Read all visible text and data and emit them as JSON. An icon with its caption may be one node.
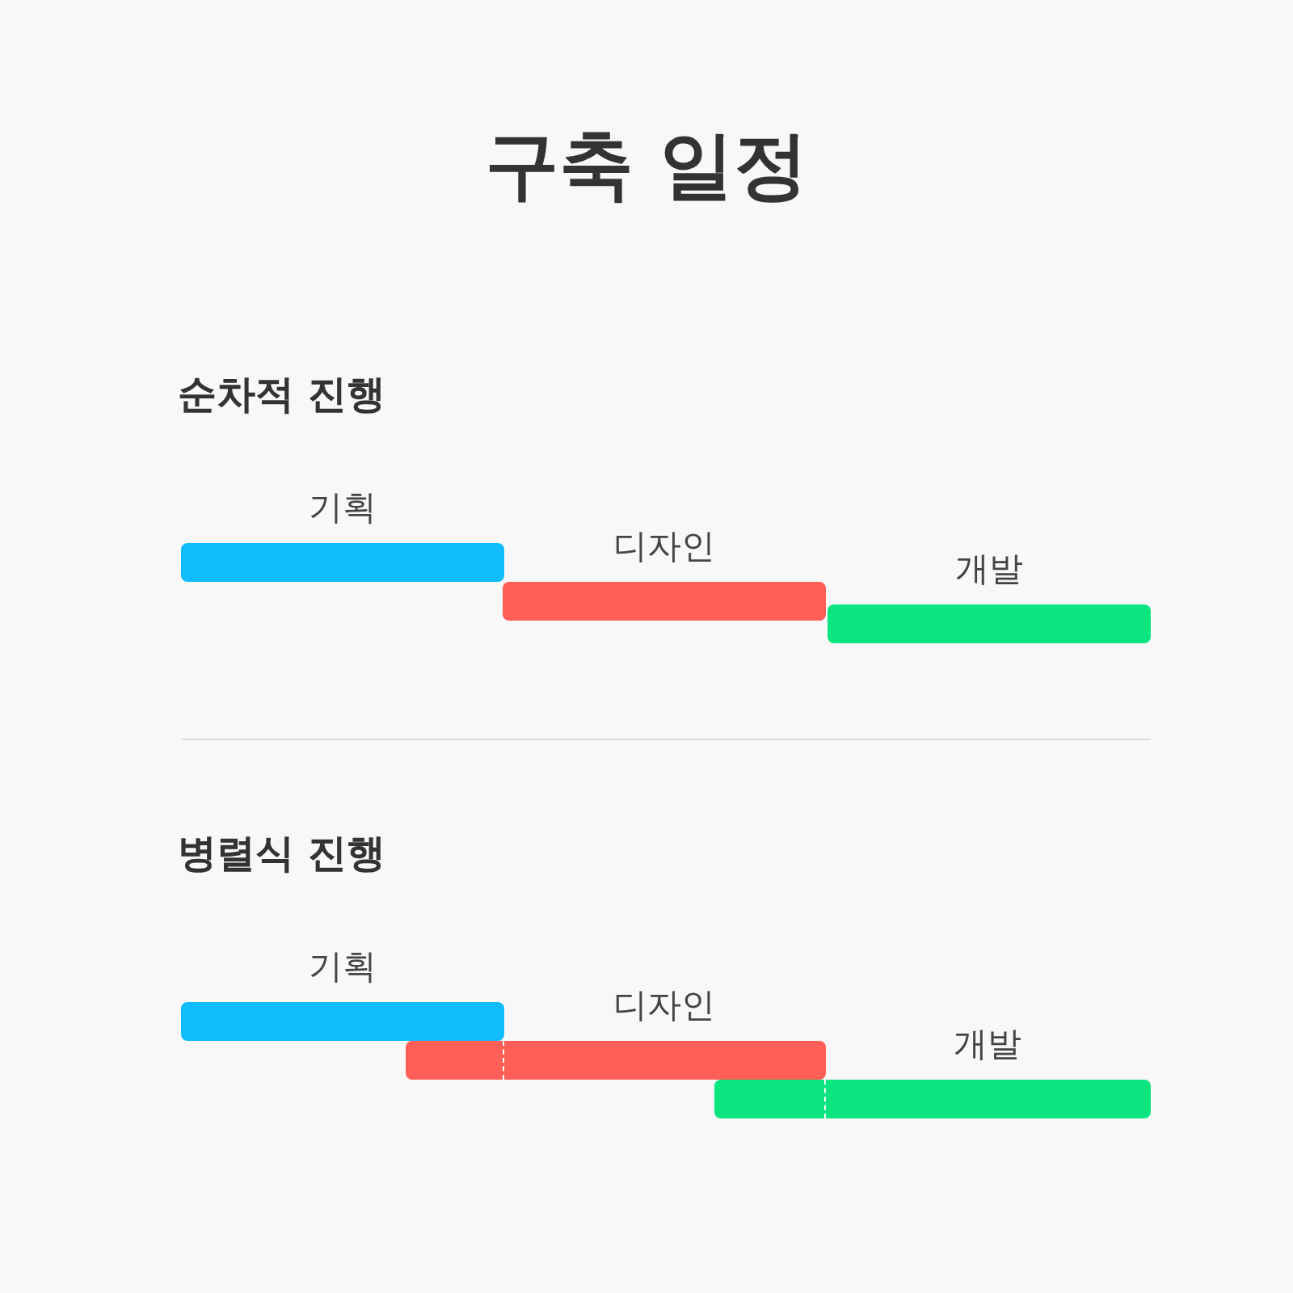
{
  "diagram": {
    "title": "구축 일정",
    "nodes": [
      {
        "text": [
          "기획"
        ]
      },
      {
        "text": [
          "디자인"
        ]
      },
      {
        "text": [
          "개발"
        ]
      },
      {
        "text": [
          "기획"
        ]
      },
      {
        "text": [
          "디자인"
        ]
      },
      {
        "text": [
          "개발"
        ]
      }
    ],
    "labels": [
      "순차적 진행",
      "병렬식 진행"
    ]
  }
}
